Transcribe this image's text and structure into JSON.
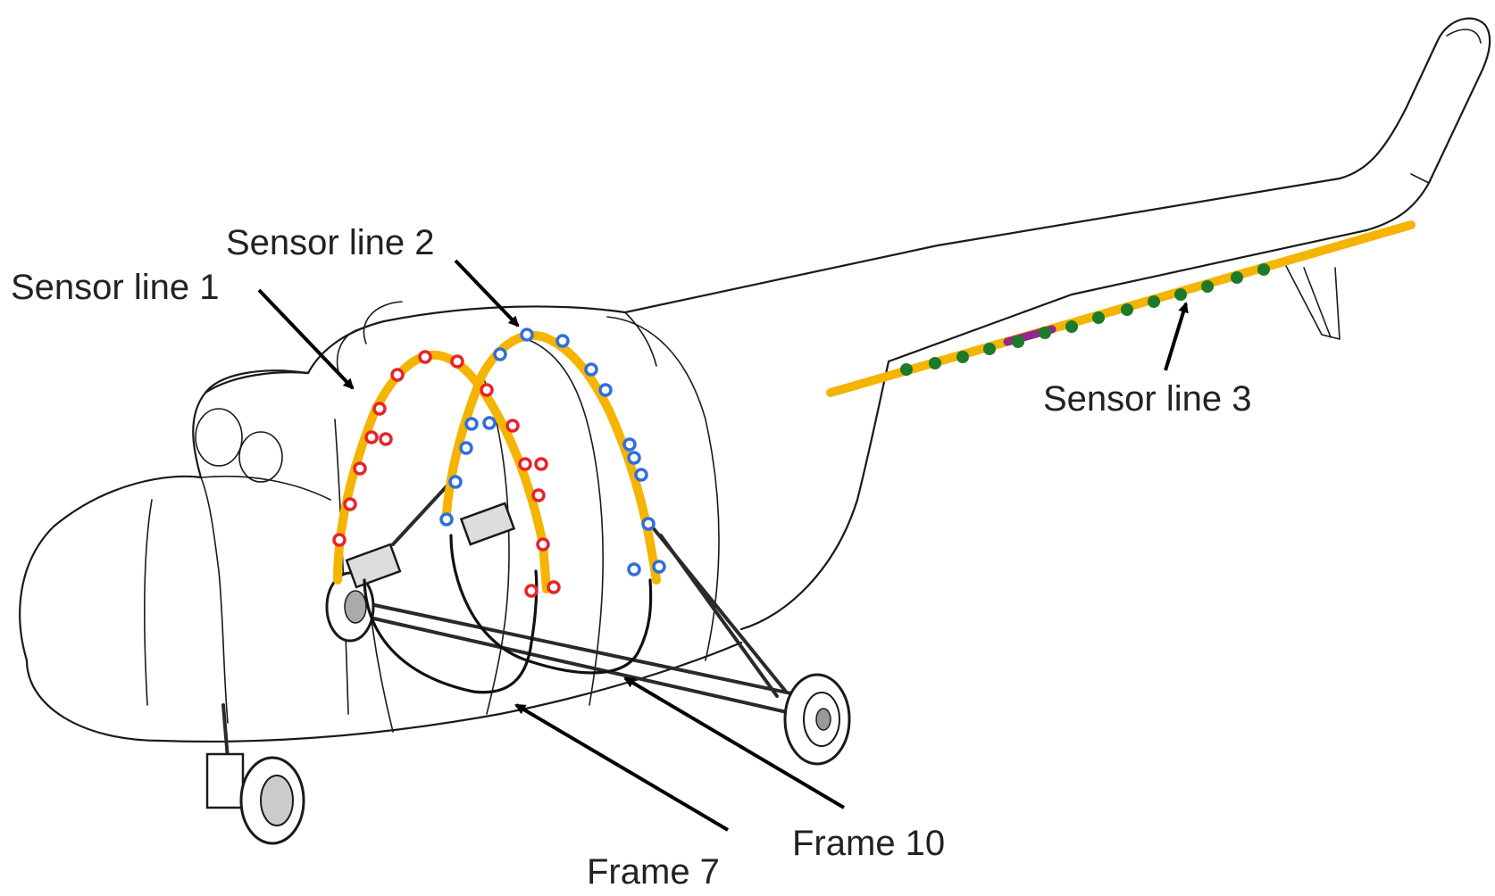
{
  "labels": {
    "sensor_line_1": "Sensor line 1",
    "sensor_line_2": "Sensor line 2",
    "sensor_line_3": "Sensor line 3",
    "frame_7": "Frame 7",
    "frame_10": "Frame 10"
  },
  "colors": {
    "fiber_line": "#f4b400",
    "sensor_line_1_points": "#e8232a",
    "sensor_line_2_points": "#2f6fdc",
    "sensor_line_3_points": "#1d7a2a",
    "sensor_line_3_segment": "#8e2a8e",
    "outline": "#1a1a1a"
  }
}
